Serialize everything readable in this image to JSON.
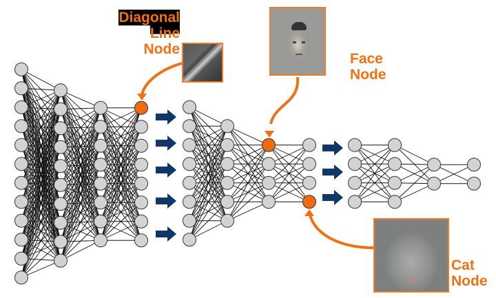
{
  "labels": {
    "diagonal": [
      "Diagonal",
      "Line",
      "Node"
    ],
    "face": [
      "Face",
      "Node"
    ],
    "cat": [
      "Cat",
      "Node"
    ]
  },
  "networks": [
    {
      "layers": [
        12,
        10,
        8,
        8
      ],
      "highlight": [
        [
          3,
          0
        ]
      ]
    },
    {
      "layers": [
        8,
        6,
        4,
        4
      ],
      "highlight": [
        [
          2,
          0
        ],
        [
          3,
          3
        ]
      ]
    },
    {
      "layers": [
        4,
        4,
        2,
        2
      ],
      "highlight": []
    }
  ],
  "colors": {
    "node": "#d3d3d3",
    "highlight": "#f06a0f",
    "arrow": "#0f3868",
    "accent": "#f07014"
  }
}
